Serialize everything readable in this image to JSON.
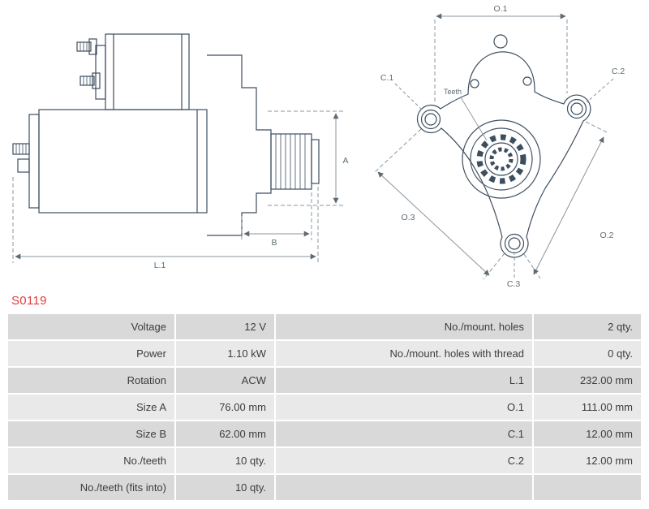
{
  "part_number": "S0119",
  "diagram": {
    "side_view": {
      "dim_a": "A",
      "dim_b": "B",
      "dim_l1": "L.1"
    },
    "front_view": {
      "dim_o1": "O.1",
      "dim_o2": "O.2",
      "dim_o3": "O.3",
      "dim_c1": "C.1",
      "dim_c2": "C.2",
      "dim_c3": "C.3",
      "teeth_label": "Teeth"
    }
  },
  "specs": {
    "rows": [
      {
        "label_left": "Voltage",
        "value_left": "12 V",
        "label_right": "No./mount. holes",
        "value_right": "2 qty."
      },
      {
        "label_left": "Power",
        "value_left": "1.10 kW",
        "label_right": "No./mount. holes with thread",
        "value_right": "0 qty."
      },
      {
        "label_left": "Rotation",
        "value_left": "ACW",
        "label_right": "L.1",
        "value_right": "232.00 mm"
      },
      {
        "label_left": "Size A",
        "value_left": "76.00 mm",
        "label_right": "O.1",
        "value_right": "111.00 mm"
      },
      {
        "label_left": "Size B",
        "value_left": "62.00 mm",
        "label_right": "C.1",
        "value_right": "12.00 mm"
      },
      {
        "label_left": "No./teeth",
        "value_left": "10 qty.",
        "label_right": "C.2",
        "value_right": "12.00 mm"
      },
      {
        "label_left": "No./teeth (fits into)",
        "value_left": "10 qty.",
        "label_right": "",
        "value_right": ""
      }
    ]
  }
}
